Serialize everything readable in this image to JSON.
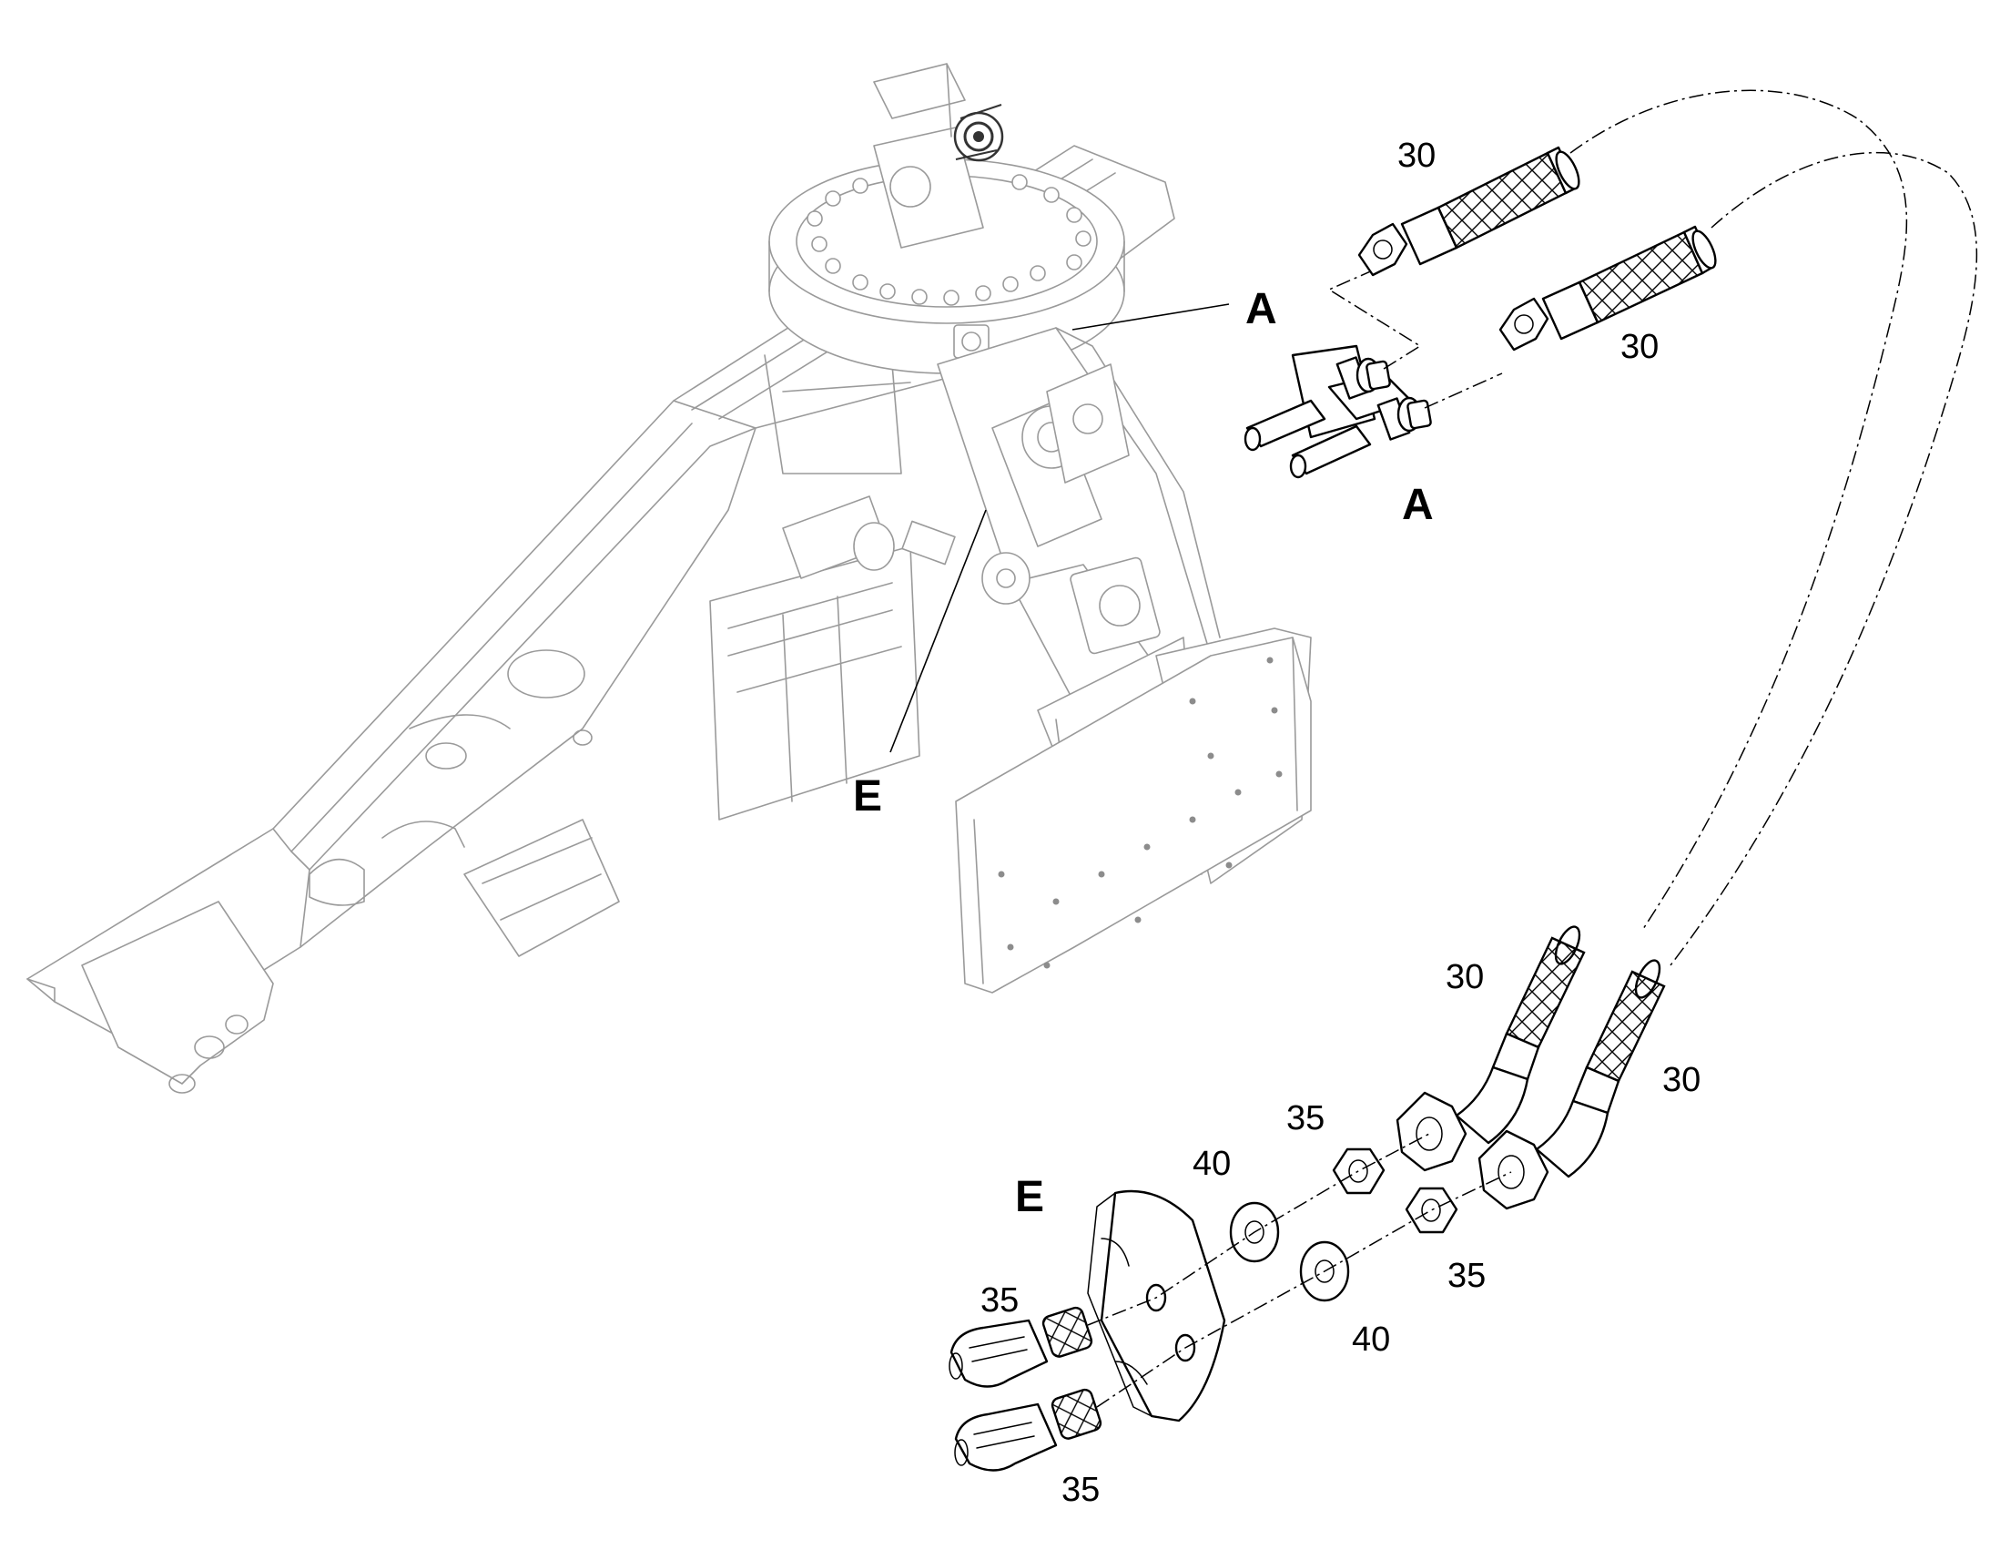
{
  "callouts": {
    "view_a_marker": "A",
    "view_a_title": "A",
    "view_e_marker": "E",
    "view_e_title": "E",
    "hose_upper_1": "30",
    "hose_upper_2": "30",
    "hose_lower_1": "30",
    "hose_lower_2": "30",
    "nut_upper": "35",
    "nut_lower": "35",
    "washer_upper": "40",
    "washer_lower": "40",
    "elbow_upper": "35",
    "elbow_lower": "35"
  }
}
